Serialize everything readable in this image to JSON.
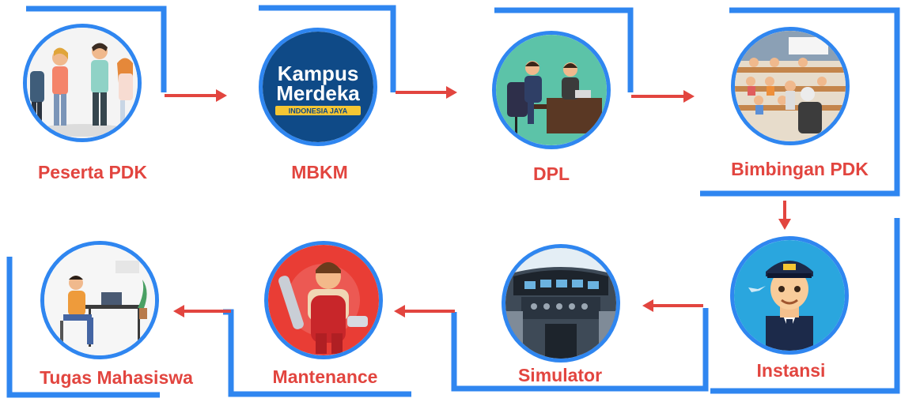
{
  "diagram": {
    "accent_colors": {
      "frame": "#2f86f0",
      "arrow": "#e2453f",
      "label": "#e2453f"
    },
    "nodes": [
      {
        "id": "peserta-pdk",
        "label": "Peserta PDK",
        "icon": "students-group-icon"
      },
      {
        "id": "mbkm",
        "label": "MBKM",
        "icon": "kampus-merdeka-logo"
      },
      {
        "id": "dpl",
        "label": "DPL",
        "icon": "office-meeting-icon"
      },
      {
        "id": "bimbingan-pdk",
        "label": "Bimbingan PDK",
        "icon": "classroom-lecture-icon"
      },
      {
        "id": "instansi",
        "label": "Instansi",
        "icon": "pilot-icon"
      },
      {
        "id": "simulator",
        "label": "Simulator",
        "icon": "cockpit-icon"
      },
      {
        "id": "mantenance",
        "label": "Mantenance",
        "icon": "mechanic-icon"
      },
      {
        "id": "tugas-mahasiswa",
        "label": "Tugas Mahasiswa",
        "icon": "student-laptop-icon"
      }
    ],
    "logo": {
      "line1": "Kampus",
      "line2": "Merdeka",
      "tagline": "INDONESIA JAYA"
    },
    "flow": [
      [
        "peserta-pdk",
        "mbkm"
      ],
      [
        "mbkm",
        "dpl"
      ],
      [
        "dpl",
        "bimbingan-pdk"
      ],
      [
        "bimbingan-pdk",
        "instansi"
      ],
      [
        "instansi",
        "simulator"
      ],
      [
        "simulator",
        "mantenance"
      ],
      [
        "mantenance",
        "tugas-mahasiswa"
      ]
    ]
  }
}
